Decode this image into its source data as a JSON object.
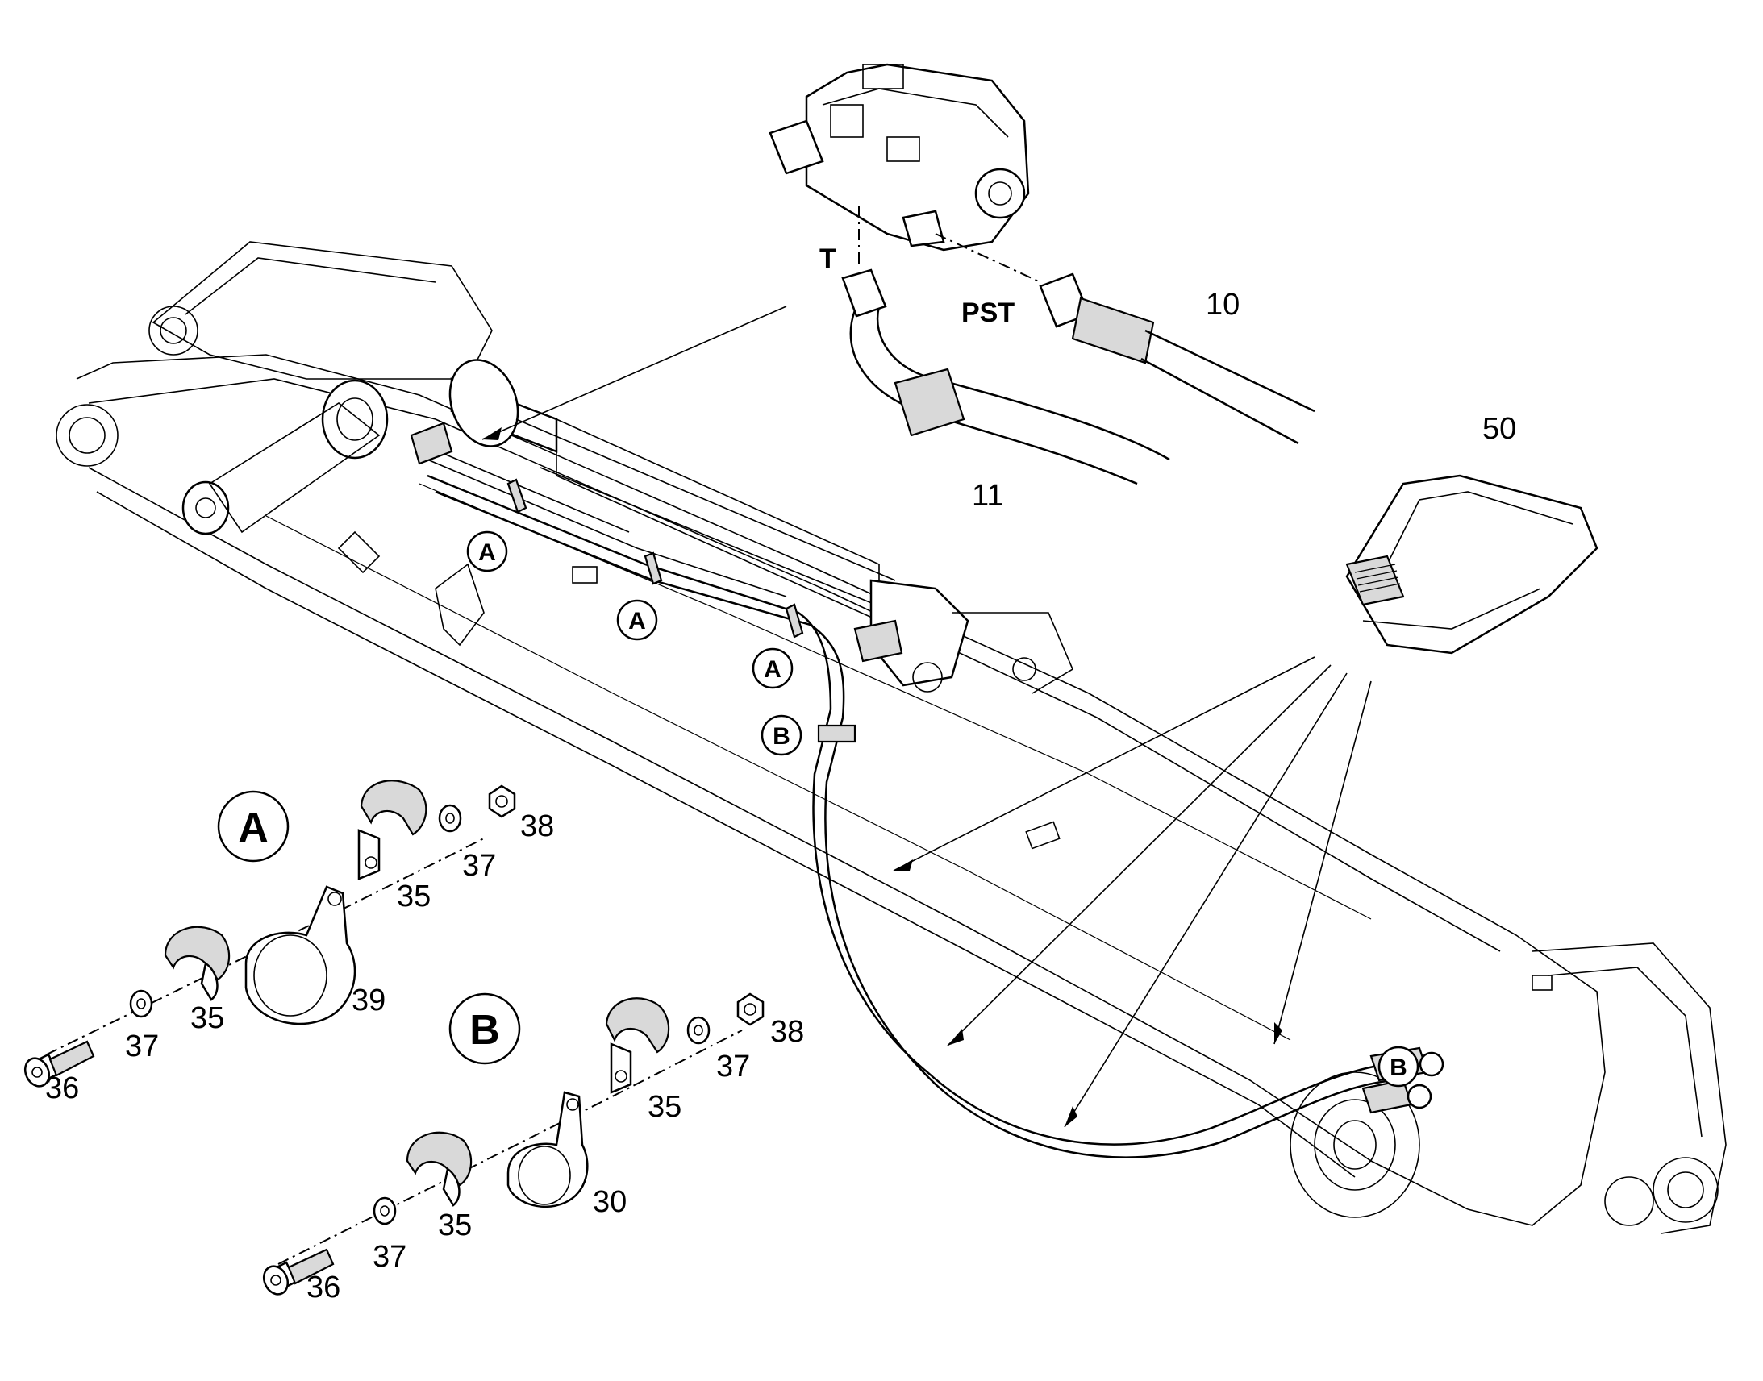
{
  "diagram": {
    "connection_labels": {
      "tank": "T",
      "pilot": "PST"
    },
    "callouts": {
      "hose_10": "10",
      "hose_11": "11",
      "strap_50": "50"
    },
    "detail_markers": {
      "a": "A",
      "b": "B"
    },
    "detail_a": {
      "title": "A",
      "parts": {
        "bolt": "36",
        "washer_bolt": "37",
        "clamp_half_left": "35",
        "clamp_39": "39",
        "clamp_half_right": "35",
        "washer_nut": "37",
        "nut": "38"
      }
    },
    "detail_b": {
      "title": "B",
      "parts": {
        "bolt": "36",
        "washer_bolt": "37",
        "clamp_half_left": "35",
        "clamp_30": "30",
        "clamp_half_right": "35",
        "washer_nut": "37",
        "nut": "38"
      }
    }
  }
}
